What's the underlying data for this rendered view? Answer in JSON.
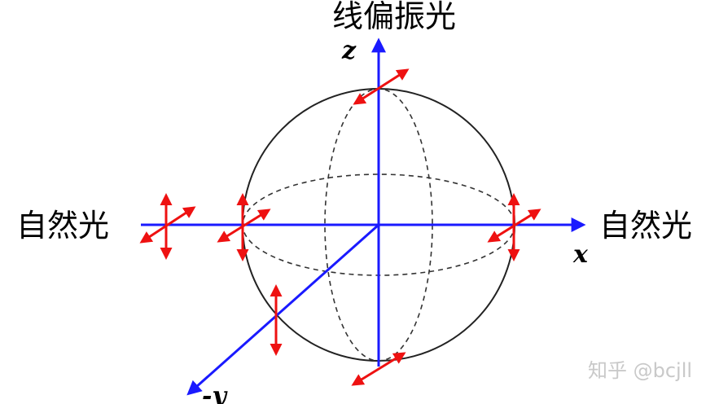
{
  "title": "线偏振光",
  "left_label": "自然光",
  "right_label": "自然光",
  "axes": {
    "z": "z",
    "x": "x",
    "y": "-y"
  },
  "watermark": "知乎 @bcjll",
  "colors": {
    "axis": "#1a1aff",
    "polarization": "#ee1111",
    "sphere": "#222222",
    "dashed": "#333333",
    "background": "#ffffff"
  }
}
